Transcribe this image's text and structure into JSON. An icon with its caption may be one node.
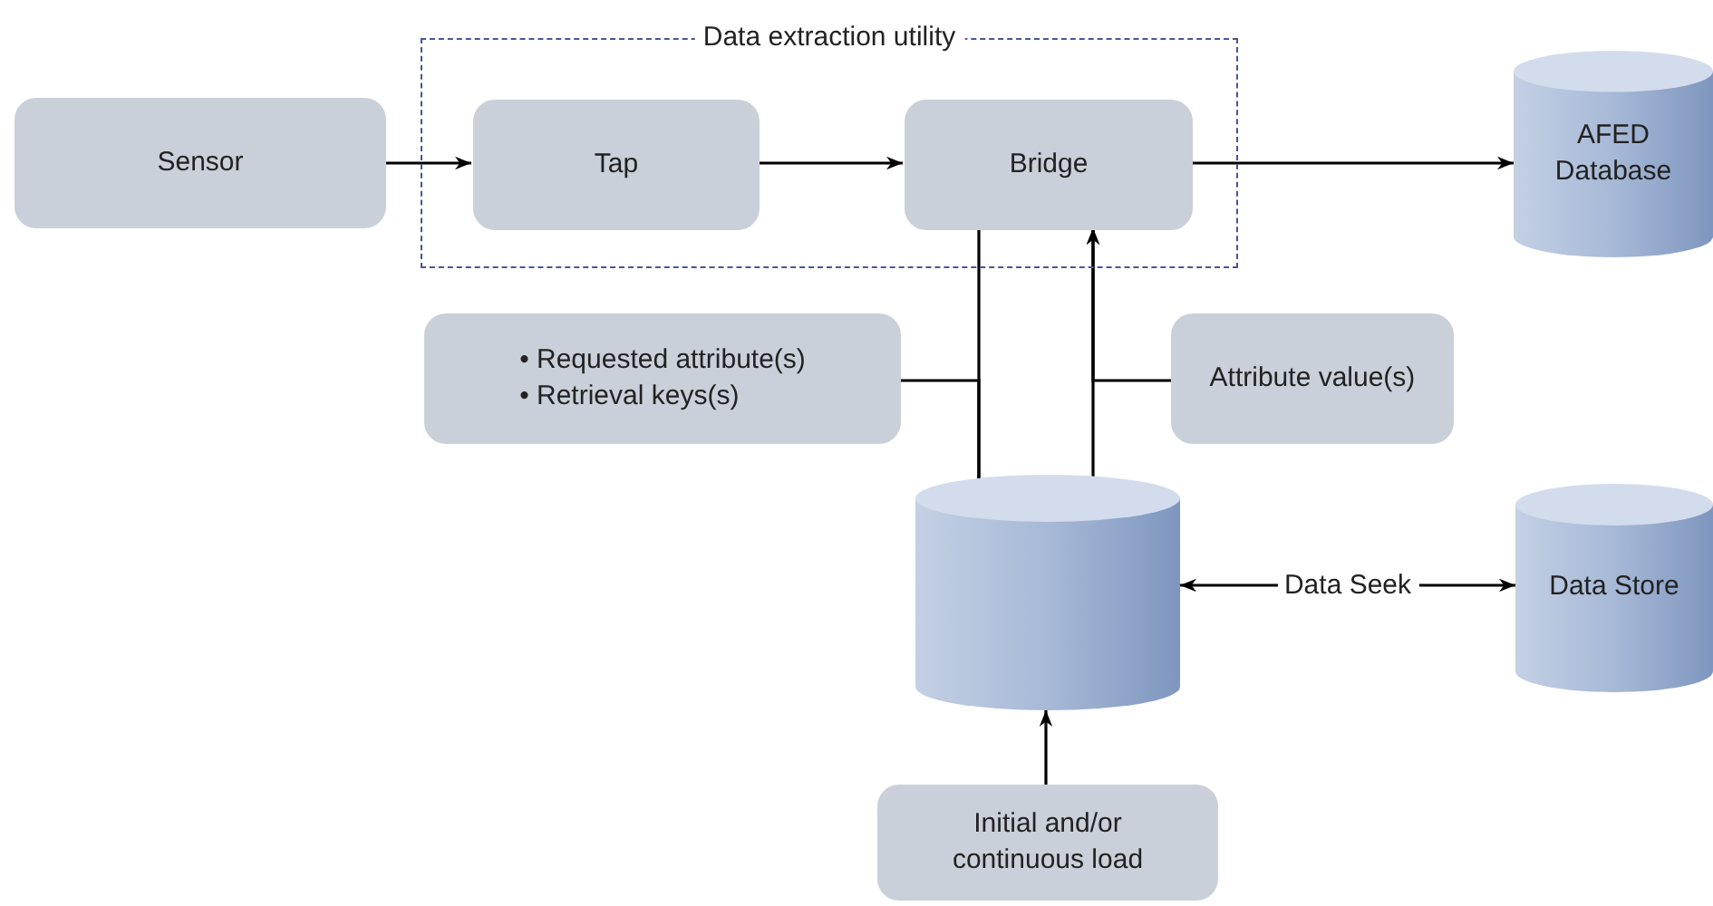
{
  "diagram": {
    "nodes": [
      {
        "text": [
          "Sensor"
        ]
      },
      {
        "text": [
          "Data extraction utility"
        ]
      },
      {
        "text": [
          "Tap"
        ],
        "in": 1
      },
      {
        "text": [
          "Bridge"
        ],
        "in": 1
      },
      {
        "text": [
          "AFED Database"
        ]
      },
      {
        "text": [
          "• Requested attribute(s)",
          "• Retrieval keys(s)"
        ]
      },
      {
        "text": [
          "Attribute value(s)"
        ]
      },
      {
        "text": [],
        "shape": "cylinder"
      },
      {
        "text": [
          "Data Store"
        ]
      },
      {
        "text": [
          "Initial and/or continuous load"
        ]
      }
    ],
    "edges": [
      {
        "from": 0,
        "to": 2,
        "arrow": "to"
      },
      {
        "from": 2,
        "to": 3,
        "arrow": "to"
      },
      {
        "from": 3,
        "to": 4,
        "arrow": "to"
      },
      {
        "from": 3,
        "to": 7,
        "arrow": "to"
      },
      {
        "from": 5,
        "to": 7,
        "arrow": "to"
      },
      {
        "from": 7,
        "to": 3,
        "arrow": "to"
      },
      {
        "from": 6,
        "to": 3,
        "arrow": "to"
      },
      {
        "from": 7,
        "to": 8,
        "arrow": "both",
        "label": "Data Seek"
      },
      {
        "from": 9,
        "to": 7,
        "arrow": "to"
      }
    ]
  }
}
